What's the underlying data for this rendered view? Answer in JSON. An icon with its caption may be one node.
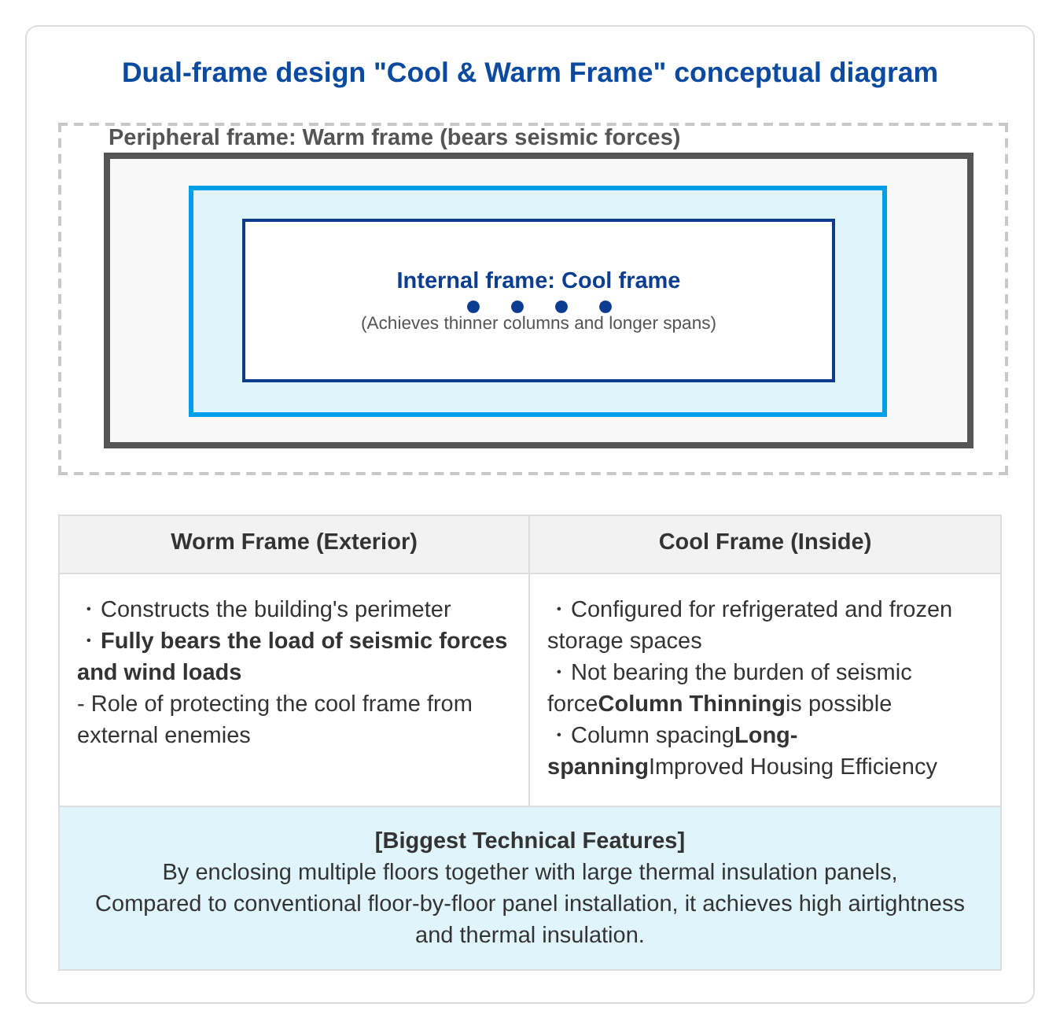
{
  "diagram": {
    "title": "Dual-frame design \"Cool & Warm Frame\" conceptual diagram",
    "nodes": [
      {
        "text": [
          "Peripheral frame: Warm frame (bears seismic forces)"
        ]
      },
      {
        "text": [],
        "shape": "box",
        "in": 0
      },
      {
        "text": [],
        "shape": "box",
        "in": 1
      },
      {
        "text": [
          "Internal frame: Cool frame",
          "(Achieves thinner columns and longer spans)"
        ],
        "in": 2
      }
    ],
    "labels": [
      "Worm Frame (Exterior)",
      "Cool Frame (Inside)",
      "・Constructs the building's perimeter",
      "・**Fully bears the load of seismic forces and wind loads**",
      "- Role of protecting the cool frame from external enemies",
      "・Configured for refrigerated and frozen storage spaces",
      "・Not bearing the burden of seismic force**Column Thinning**is possible",
      "・Column spacing**Long-spanning**Improved Housing Efficiency",
      "[Biggest Technical Features]",
      "By enclosing multiple floors together with large thermal insulation panels,",
      "Compared to conventional floor-by-floor panel installation, it achieves high airtightness and thermal insulation."
    ]
  }
}
